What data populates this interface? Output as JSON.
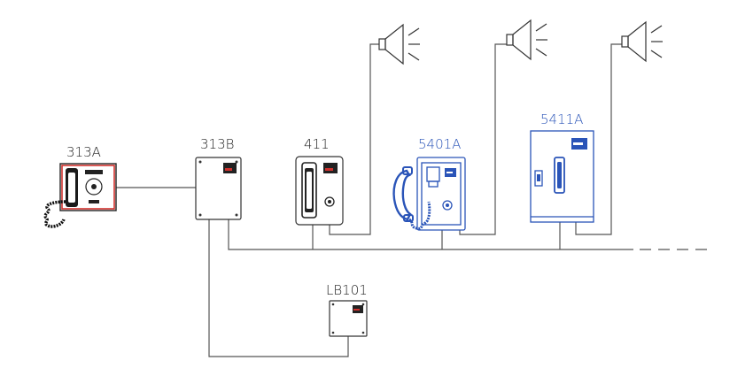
{
  "devices": {
    "d313a": {
      "label": "313A"
    },
    "d313b": {
      "label": "313B"
    },
    "d411": {
      "label": "411"
    },
    "d5401a": {
      "label": "5401A"
    },
    "d5411a": {
      "label": "5411A"
    },
    "lb101": {
      "label": "LB101"
    }
  },
  "colors": {
    "line": "#555555",
    "device_outline": "#333333",
    "highlight_blue": "#2a54b8",
    "warning_red": "#d0312d"
  },
  "icons": {
    "speaker": "loudspeaker-horn-icon",
    "handset": "telephone-handset-icon",
    "label_plate": "warning-label-icon"
  }
}
